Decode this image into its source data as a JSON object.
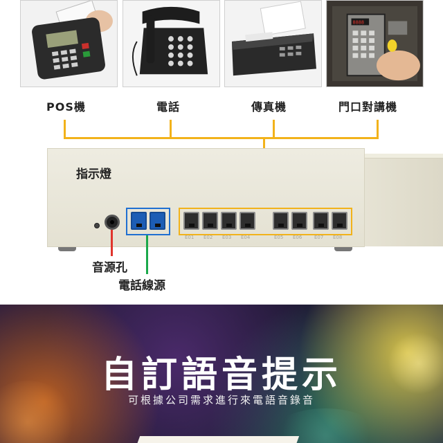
{
  "devices": [
    {
      "label": "POS機",
      "icon": "pos-terminal-icon"
    },
    {
      "label": "電話",
      "icon": "telephone-icon"
    },
    {
      "label": "傳真機",
      "icon": "fax-machine-icon"
    },
    {
      "label": "門口對講機",
      "icon": "door-intercom-icon"
    }
  ],
  "unit": {
    "callouts": {
      "indicator": "指示燈",
      "audio_jack": "音源孔",
      "line_source": "電話線源"
    },
    "ports": [
      "E01",
      "E02",
      "E03",
      "E04",
      "E05",
      "E06",
      "E07",
      "E08"
    ],
    "colors": {
      "output_group": "#f2b21a",
      "line_group": "#1f6fd1",
      "led_line": "#1aa84a",
      "audio_line": "#e0342c"
    }
  },
  "banner": {
    "title": "自訂語音提示",
    "subtitle": "可根據公司需求進行來電語音錄音"
  }
}
